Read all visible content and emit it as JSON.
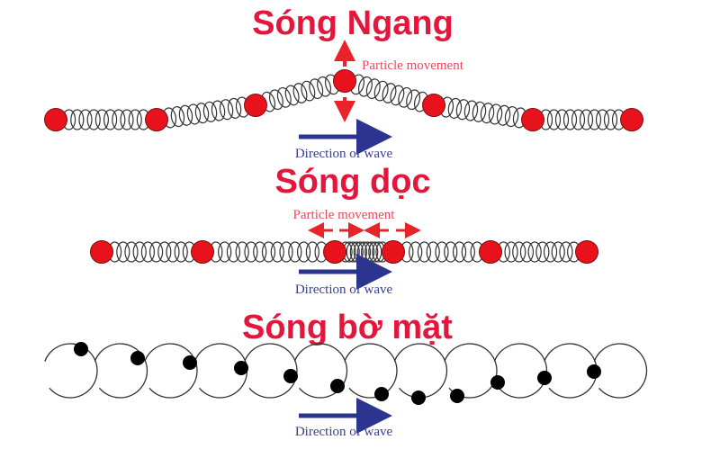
{
  "colors": {
    "title": "#e3173c",
    "particle": "#e8121c",
    "arrow_red": "#e8242a",
    "wave_arrow": "#2b3590",
    "wave_label": "#3a3f8f",
    "label_red": "#e84a5a",
    "coil": "#333333",
    "dot": "#000000"
  },
  "transverse": {
    "title": "Sóng Ngang",
    "particle_label": "Particle movement",
    "direction_label": "Direction of wave"
  },
  "longitudinal": {
    "title": "Sóng dọc",
    "particle_label": "Particle movement",
    "direction_label": "Direction of wave"
  },
  "surface": {
    "title": "Sóng bờ mặt",
    "direction_label": "Direction of wave"
  }
}
